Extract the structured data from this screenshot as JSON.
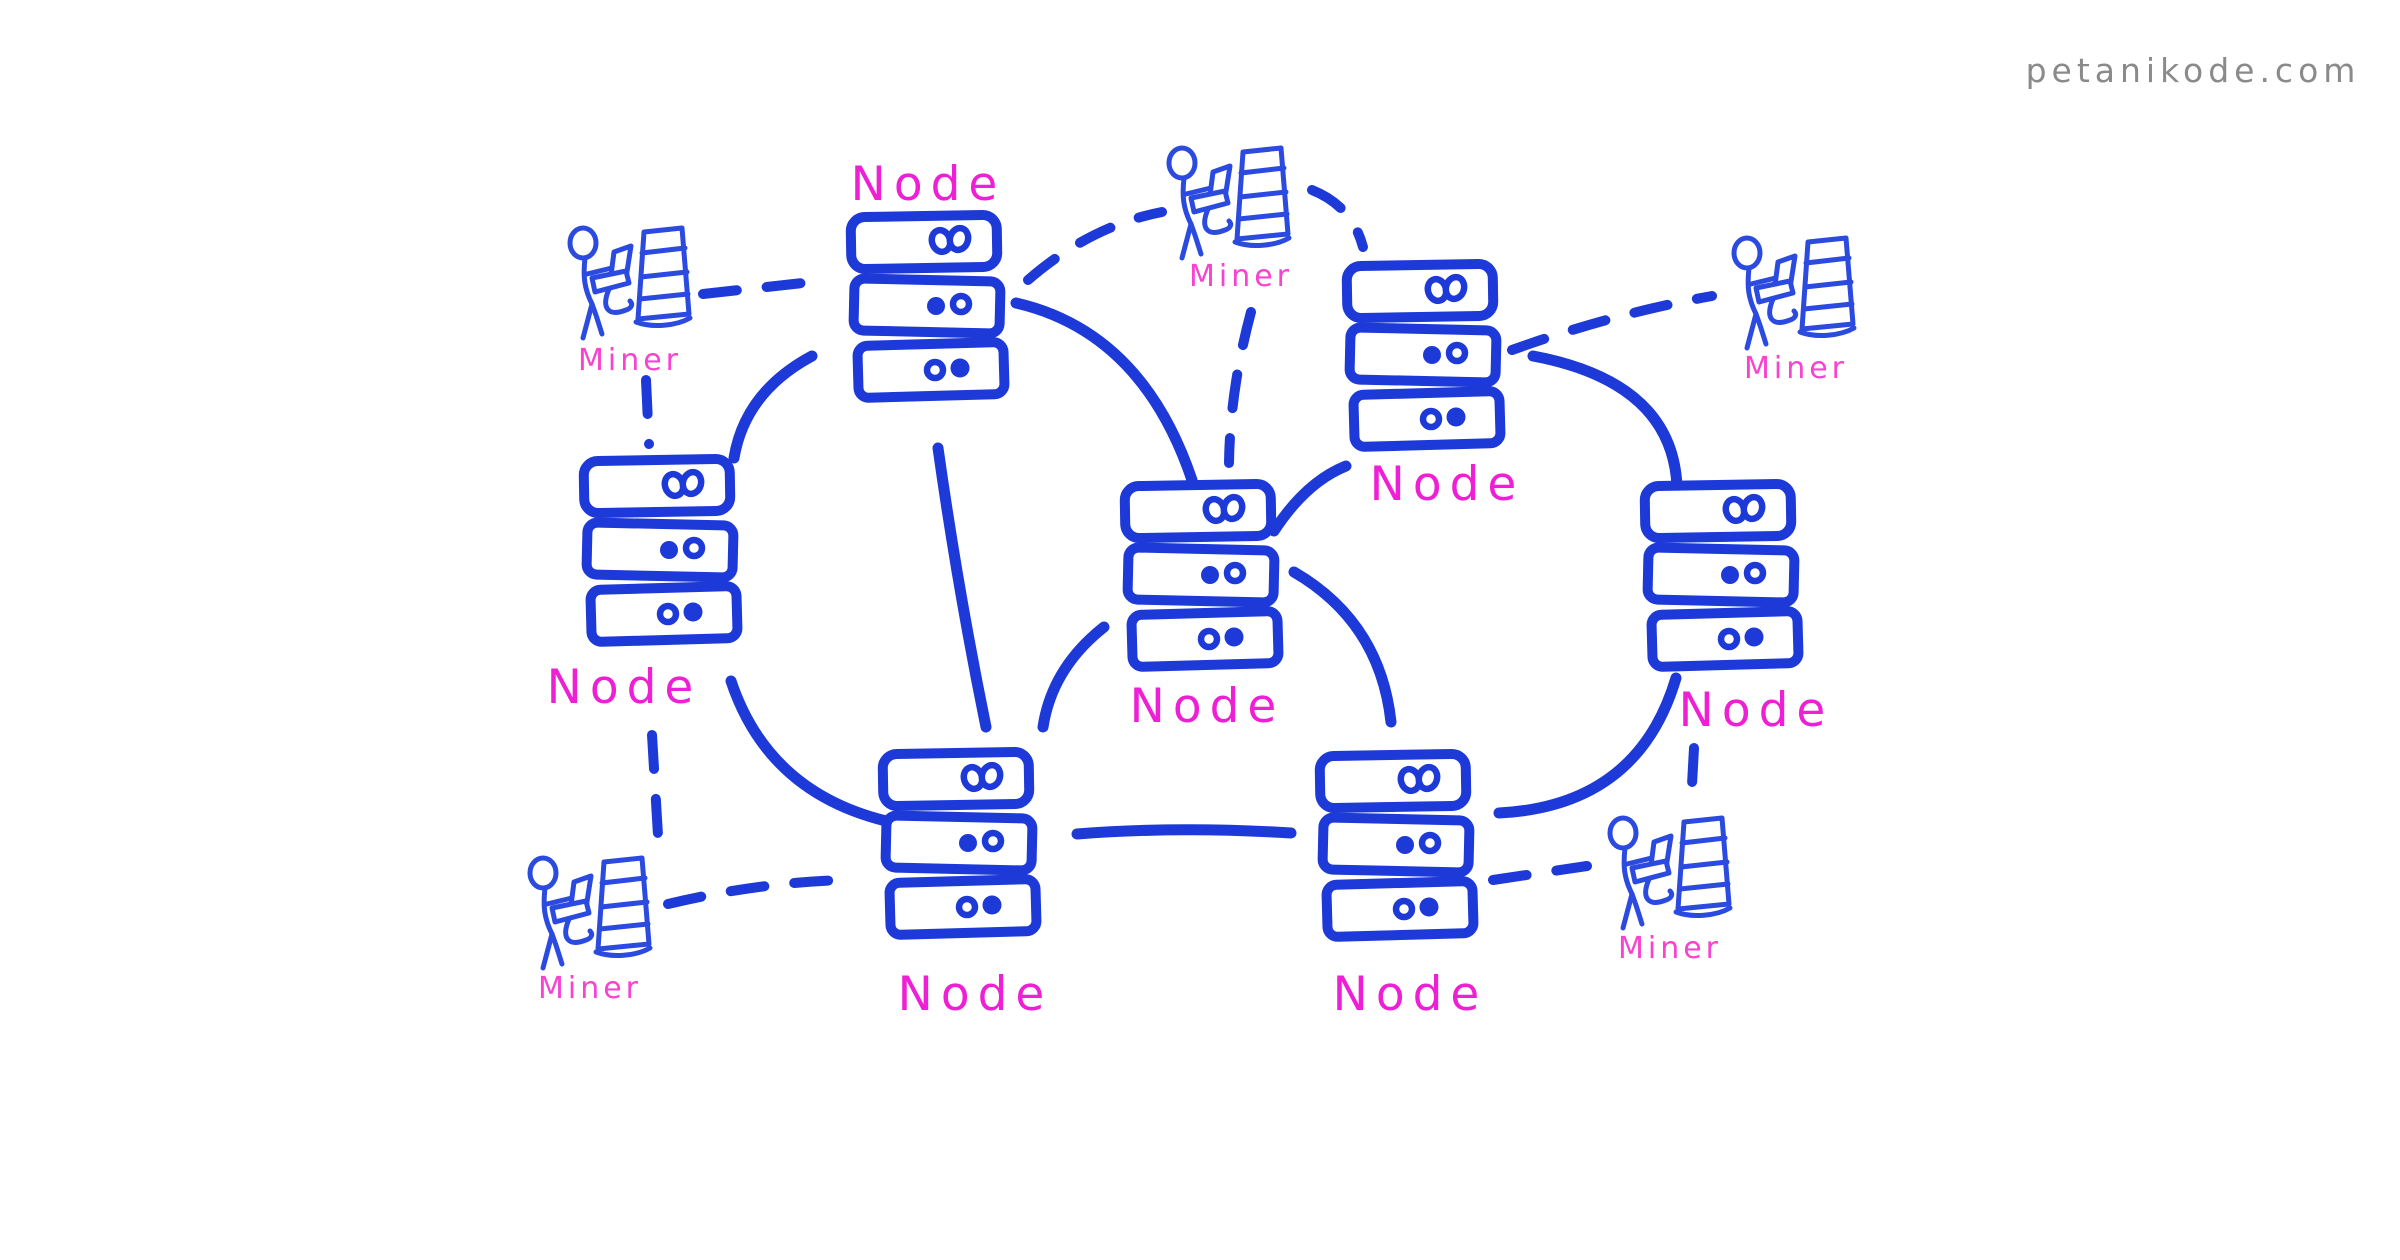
{
  "watermark": {
    "text": "petanikode.com"
  },
  "colors": {
    "node_blue": "#1d39d8",
    "miner_blue": "#2b4ae0",
    "node_label": "#ee1fd4",
    "miner_label": "#f743cf",
    "watermark": "#8a8a8a",
    "background": "#ffffff"
  },
  "nodes": [
    {
      "id": "node-top-left",
      "label": "Node",
      "label_position": "above"
    },
    {
      "id": "node-top-right",
      "label": "Node",
      "label_position": "below"
    },
    {
      "id": "node-left",
      "label": "Node",
      "label_position": "below"
    },
    {
      "id": "node-center",
      "label": "Node",
      "label_position": "below"
    },
    {
      "id": "node-right",
      "label": "Node",
      "label_position": "below"
    },
    {
      "id": "node-bottom-left",
      "label": "Node",
      "label_position": "below"
    },
    {
      "id": "node-bottom-center",
      "label": "Node",
      "label_position": "below"
    }
  ],
  "miners": [
    {
      "id": "miner-top-left",
      "label": "Miner"
    },
    {
      "id": "miner-top-center",
      "label": "Miner"
    },
    {
      "id": "miner-right",
      "label": "Miner"
    },
    {
      "id": "miner-bottom-left",
      "label": "Miner"
    },
    {
      "id": "miner-bottom-right",
      "label": "Miner"
    }
  ],
  "connections": {
    "solid_node_links": [
      [
        "node-top-left",
        "node-left"
      ],
      [
        "node-top-left",
        "node-center"
      ],
      [
        "node-top-left",
        "node-bottom-left"
      ],
      [
        "node-center",
        "node-top-right"
      ],
      [
        "node-center",
        "node-bottom-center"
      ],
      [
        "node-center",
        "node-bottom-left"
      ],
      [
        "node-left",
        "node-bottom-left"
      ],
      [
        "node-bottom-left",
        "node-bottom-center"
      ],
      [
        "node-top-right",
        "node-right"
      ],
      [
        "node-right",
        "node-bottom-center"
      ]
    ],
    "dashed_miner_links": [
      [
        "miner-top-left",
        "node-top-left"
      ],
      [
        "miner-top-left",
        "node-left"
      ],
      [
        "node-top-left",
        "miner-top-center"
      ],
      [
        "miner-top-center",
        "node-top-right"
      ],
      [
        "miner-top-center",
        "node-center"
      ],
      [
        "node-top-right",
        "miner-right"
      ],
      [
        "node-left",
        "miner-bottom-left"
      ],
      [
        "miner-bottom-left",
        "node-bottom-left"
      ],
      [
        "node-bottom-center",
        "miner-bottom-right"
      ],
      [
        "miner-bottom-right",
        "node-right"
      ]
    ]
  }
}
